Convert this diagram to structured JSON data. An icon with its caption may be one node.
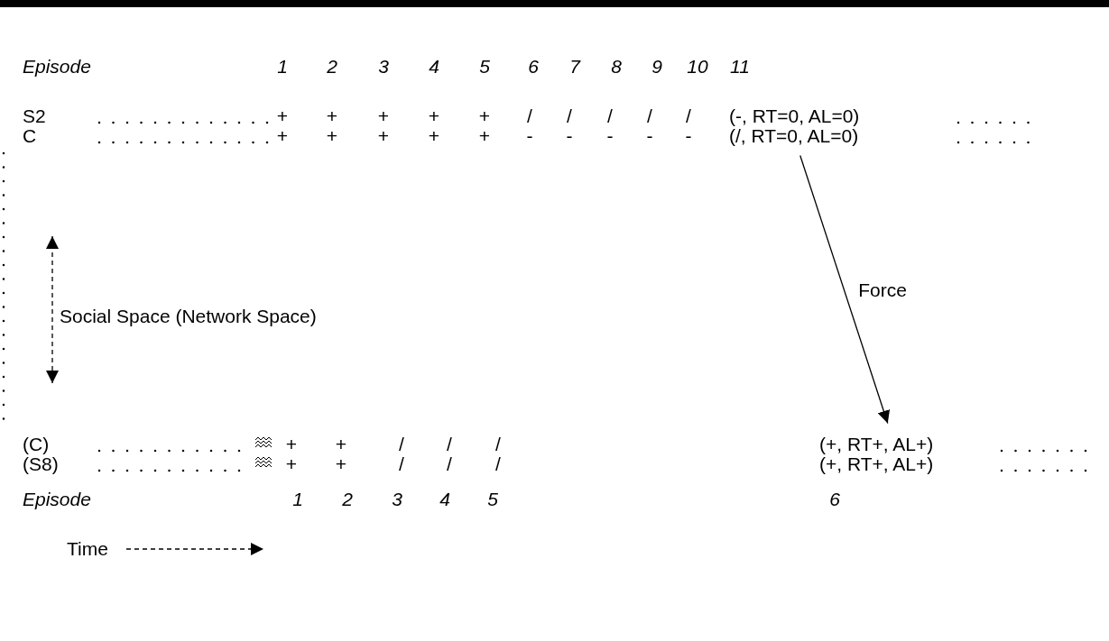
{
  "diagram": {
    "nodes": [
      {
        "text": [
          "(/, RT=0, AL=0)"
        ]
      },
      {
        "text": [
          "(+, RT+, AL+)"
        ]
      }
    ],
    "edges": [
      {
        "from": 0,
        "to": 1,
        "arrow": "to",
        "label": "Force"
      }
    ],
    "labels": [
      "Episode",
      "1",
      "2",
      "3",
      "4",
      "5",
      "6",
      "7",
      "8",
      "9",
      "10",
      "11",
      "S2",
      "+",
      "+",
      "+",
      "+",
      "+",
      "/",
      "/",
      "/",
      "/",
      "/",
      "(-, RT=0, AL=0)",
      "C",
      "+",
      "+",
      "+",
      "+",
      "+",
      "-",
      "-",
      "-",
      "-",
      "-",
      "Social Space (Network Space)",
      "(C)",
      "+",
      "+",
      "/",
      "/",
      "/",
      "(S8)",
      "+",
      "+",
      "/",
      "/",
      "/",
      "(+, RT+, AL+)",
      "Episode",
      "1",
      "2",
      "3",
      "4",
      "5",
      "6",
      "Time"
    ]
  }
}
